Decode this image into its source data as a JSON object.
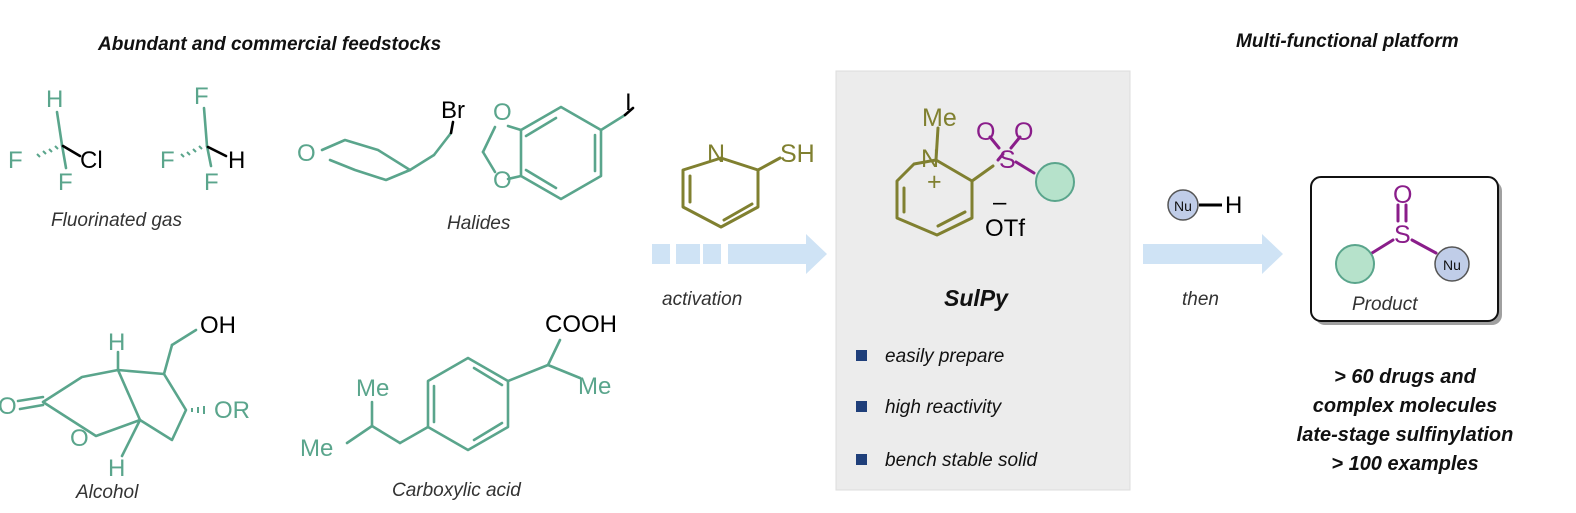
{
  "feedstocks": {
    "heading": "Abundant and commercial feedstocks",
    "fluorinated_gas": {
      "caption": "Fluorinated gas",
      "chcl": {
        "h": "H",
        "f1": "F",
        "f2": "F",
        "cl": "Cl"
      },
      "chf3": {
        "f_top": "F",
        "f_left": "F",
        "f_bottom": "F",
        "h": "H"
      }
    },
    "halides": {
      "caption": "Halides",
      "bromo": {
        "o": "O",
        "br": "Br"
      },
      "iodo": {
        "o1": "O",
        "o2": "O",
        "i": "I"
      }
    },
    "alcohol": {
      "caption": "Alcohol",
      "h_top": "H",
      "h_bottom": "H",
      "oh": "OH",
      "or": "OR",
      "o_ring": "O",
      "o_carbonyl": "O"
    },
    "carboxylic_acid": {
      "caption": "Carboxylic acid",
      "cooh": "COOH",
      "me_top": "Me",
      "me_left": "Me",
      "me_right": "Me"
    }
  },
  "activation": {
    "reagent_n": "N",
    "reagent_sh": "SH",
    "label": "activation"
  },
  "sulpy": {
    "name": "SulPy",
    "me": "Me",
    "n": "N",
    "plus": "+",
    "s": "S",
    "o1": "O",
    "o2": "O",
    "minus": "–",
    "counterion": "OTf",
    "bullets": [
      "easily prepare",
      "high reactivity",
      "bench stable solid"
    ],
    "bullet_color": "#1f3f7a"
  },
  "step2": {
    "nu": "Nu",
    "h": "H",
    "label": "then"
  },
  "platform": {
    "heading": "Multi-functional platform",
    "product": {
      "o": "O",
      "s": "S",
      "nu": "Nu",
      "label": "Product"
    },
    "stats": [
      "> 60 drugs and",
      "complex molecules",
      "late-stage sulfinylation",
      "> 100 examples"
    ]
  },
  "colors": {
    "feedstock_green": "#5aa58c",
    "olive": "#808030",
    "purple": "#8a1d8a",
    "arrow_blue": "#cfe3f5",
    "panel_grey": "#ececec",
    "nu_fill": "#c0cde8",
    "circle_green": "#b6e2cb"
  }
}
